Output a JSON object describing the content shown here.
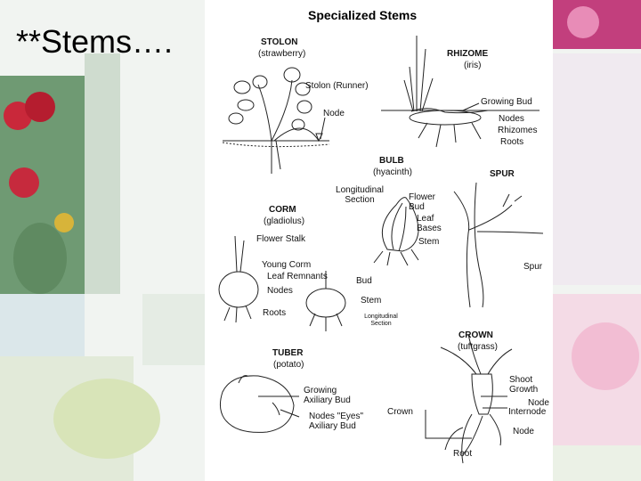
{
  "slide": {
    "title": "**Stems…."
  },
  "figure": {
    "heading": "Specialized Stems",
    "stolon": {
      "name": "STOLON",
      "example": "(strawberry)",
      "labels": [
        "Stolon (Runner)",
        "Node"
      ]
    },
    "rhizome": {
      "name": "RHIZOME",
      "example": "(iris)",
      "labels": [
        "Growing Bud",
        "Nodes",
        "Rhizomes",
        "Roots"
      ]
    },
    "bulb": {
      "name": "BULB",
      "example": "(hyacinth)",
      "labels": [
        "Longitudinal Section",
        "Flower Bud",
        "Leaf Bases",
        "Stem"
      ]
    },
    "spur": {
      "name": "SPUR",
      "labels": [
        "Spur"
      ]
    },
    "corm": {
      "name": "CORM",
      "example": "(gladiolus)",
      "labels": [
        "Flower Stalk",
        "Young Corm",
        "Leaf Remnants",
        "Nodes",
        "Roots",
        "Bud",
        "Stem",
        "Longitudinal Section"
      ]
    },
    "tuber": {
      "name": "TUBER",
      "example": "(potato)",
      "labels": [
        "Growing Axiliary Bud",
        "Nodes \"Eyes\" Axiliary Bud"
      ]
    },
    "crown": {
      "name": "CROWN",
      "example": "(tuftgrass)",
      "labels": [
        "Shoot Growth",
        "Node",
        "Internode",
        "Node",
        "Crown",
        "Root"
      ]
    }
  },
  "colors": {
    "background": "#f3f5f3",
    "plate": "#ffffff",
    "ink": "#111111"
  }
}
